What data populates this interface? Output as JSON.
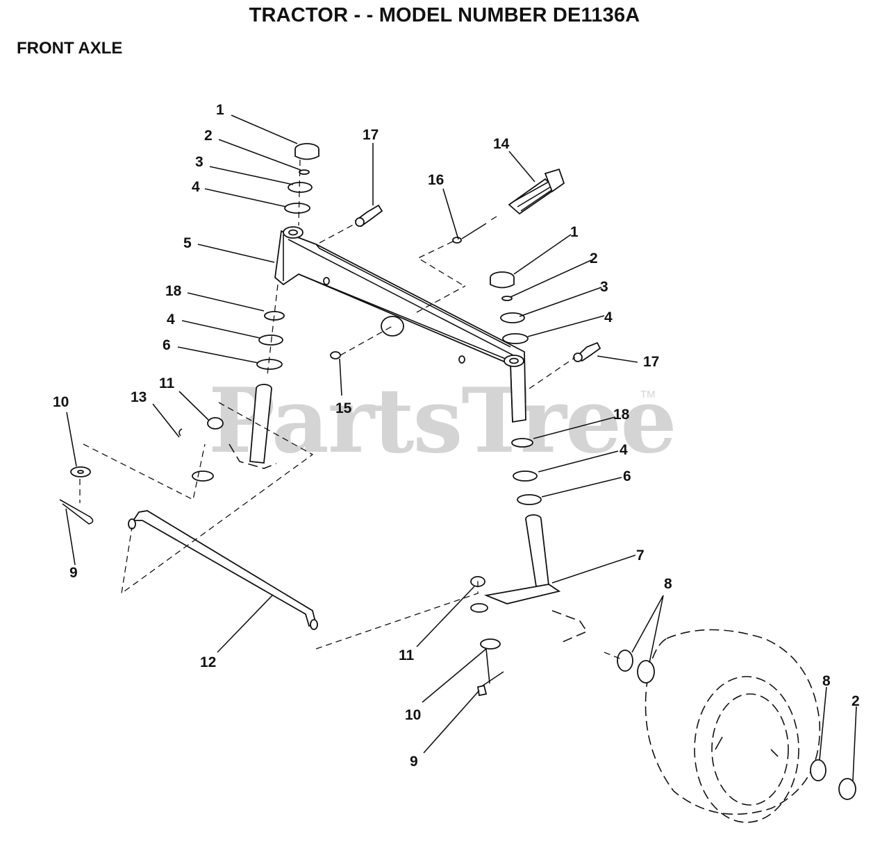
{
  "header": {
    "title": "TRACTOR - - MODEL NUMBER DE1136A",
    "section": "FRONT AXLE"
  },
  "watermark": {
    "text": "PartsTree",
    "tm": "TM"
  },
  "callouts": [
    {
      "n": "1"
    },
    {
      "n": "2"
    },
    {
      "n": "3"
    },
    {
      "n": "4"
    },
    {
      "n": "5"
    },
    {
      "n": "18"
    },
    {
      "n": "4"
    },
    {
      "n": "6"
    },
    {
      "n": "17"
    },
    {
      "n": "16"
    },
    {
      "n": "14"
    },
    {
      "n": "1"
    },
    {
      "n": "2"
    },
    {
      "n": "3"
    },
    {
      "n": "4"
    },
    {
      "n": "17"
    },
    {
      "n": "15"
    },
    {
      "n": "11"
    },
    {
      "n": "13"
    },
    {
      "n": "10"
    },
    {
      "n": "9"
    },
    {
      "n": "18"
    },
    {
      "n": "4"
    },
    {
      "n": "6"
    },
    {
      "n": "7"
    },
    {
      "n": "8"
    },
    {
      "n": "12"
    },
    {
      "n": "11"
    },
    {
      "n": "10"
    },
    {
      "n": "9"
    },
    {
      "n": "8"
    },
    {
      "n": "2"
    }
  ]
}
